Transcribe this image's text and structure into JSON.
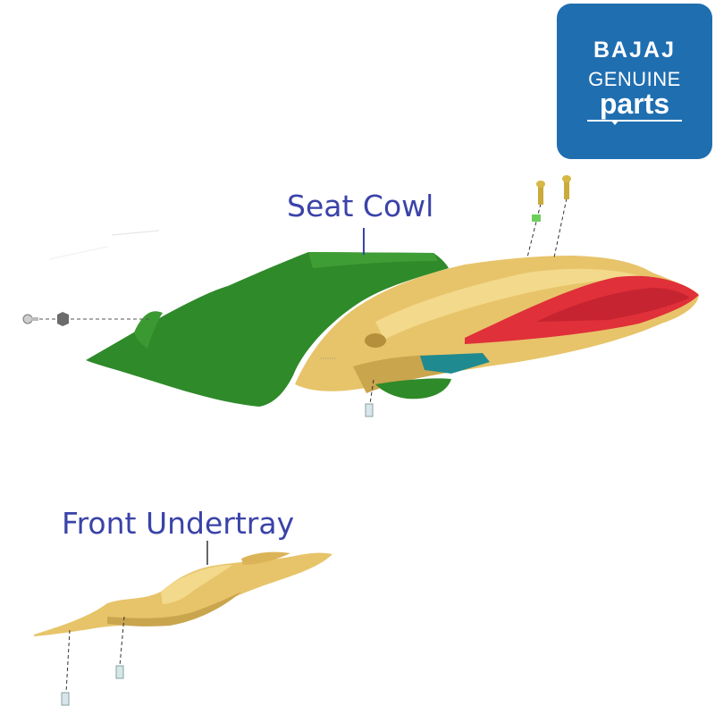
{
  "logo": {
    "brand": "BAJAJ",
    "line2": "GENUINE",
    "line3": "parts",
    "background": "#1f6eb0",
    "text_color": "#ffffff"
  },
  "callouts": {
    "seat_cowl": "Seat Cowl",
    "front_undertray": "Front Undertray"
  },
  "colors": {
    "callout_text": "#3a43a8",
    "cowl_green": "#2f8a2a",
    "panel_yellow": "#e7c46a",
    "tail_red": "#e0303a",
    "bracket_teal": "#1f8a8f"
  }
}
